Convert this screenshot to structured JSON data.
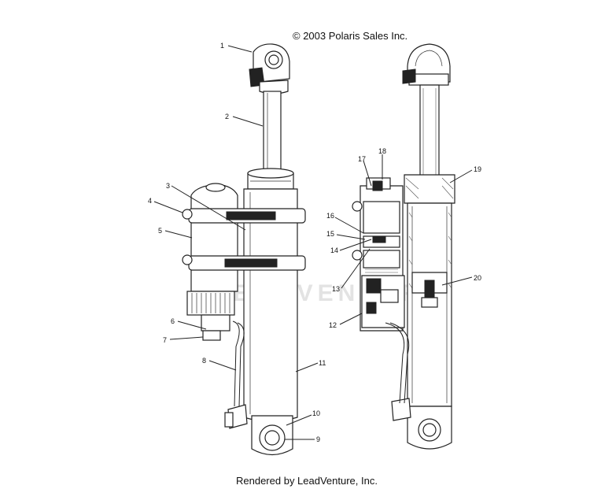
{
  "copyright": "© 2003 Polaris Sales Inc.",
  "rendered_by": "Rendered by LeadVenture, Inc.",
  "watermark": "LEADVENTURE",
  "callouts": [
    {
      "id": "c1",
      "label": "1"
    },
    {
      "id": "c2",
      "label": "2"
    },
    {
      "id": "c3",
      "label": "3"
    },
    {
      "id": "c4",
      "label": "4"
    },
    {
      "id": "c5",
      "label": "5"
    },
    {
      "id": "c6",
      "label": "6"
    },
    {
      "id": "c7",
      "label": "7"
    },
    {
      "id": "c8",
      "label": "8"
    },
    {
      "id": "c9",
      "label": "9"
    },
    {
      "id": "c10",
      "label": "10"
    },
    {
      "id": "c11",
      "label": "11"
    },
    {
      "id": "c12",
      "label": "12"
    },
    {
      "id": "c13",
      "label": "13"
    },
    {
      "id": "c14",
      "label": "14"
    },
    {
      "id": "c15",
      "label": "15"
    },
    {
      "id": "c16",
      "label": "16"
    },
    {
      "id": "c17",
      "label": "17"
    },
    {
      "id": "c18",
      "label": "18"
    },
    {
      "id": "c19",
      "label": "19"
    },
    {
      "id": "c20",
      "label": "20"
    }
  ]
}
